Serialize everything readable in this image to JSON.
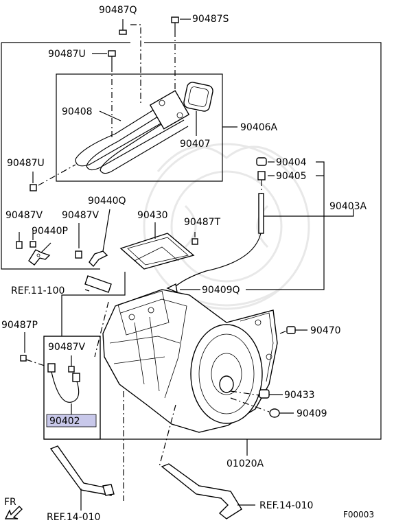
{
  "callouts": {
    "p90487Q": "90487Q",
    "p90487S": "90487S",
    "p90487U_top": "90487U",
    "p90408": "90408",
    "p90407": "90407",
    "p90406A": "90406A",
    "p90487U_left": "90487U",
    "p90404": "90404",
    "p90405": "90405",
    "p90403A": "90403A",
    "p90440Q": "90440Q",
    "p90487V_left": "90487V",
    "p90487V_mid": "90487V",
    "p90430": "90430",
    "p90487T": "90487T",
    "p90440P": "90440P",
    "ref11": "REF.11-100",
    "p90409Q": "90409Q",
    "p90487P": "90487P",
    "p90487V_inner": "90487V",
    "p90470": "90470",
    "p90433": "90433",
    "p90409": "90409",
    "p90402": "90402",
    "p01020A": "01020A",
    "ref14_left": "REF.14-010",
    "ref14_right": "REF.14-010",
    "fr": "FR",
    "fig_code": "F00003"
  },
  "highlight_color": "#c8c8ea",
  "icons": {
    "front_arrow": "arrow-down-left-icon"
  }
}
